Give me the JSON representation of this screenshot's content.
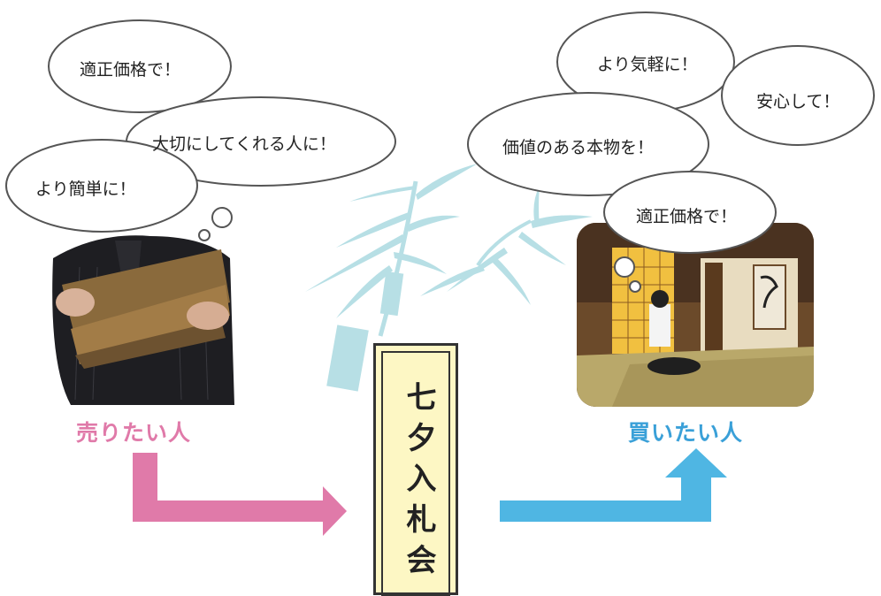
{
  "seller": {
    "label": "売りたい人",
    "bubbles": [
      "適正価格で！",
      "大切にしてくれる人に！",
      "より簡単に！"
    ]
  },
  "buyer": {
    "label": "買いたい人",
    "bubbles": [
      "より気軽に！",
      "安心して！",
      "価値のある本物を！",
      "適正価格で！"
    ]
  },
  "center": {
    "title": "七夕入札会"
  },
  "colors": {
    "seller_arrow": "#e07aa9",
    "buyer_arrow": "#4fb6e3",
    "bamboo": "#b5dde3",
    "tanzaku_bg": "#fdf7c4"
  }
}
